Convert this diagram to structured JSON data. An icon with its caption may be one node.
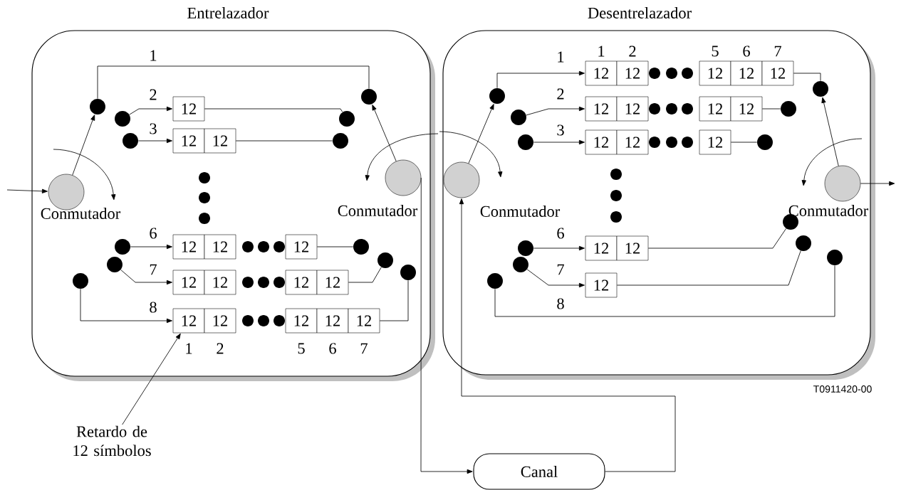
{
  "diagram": {
    "nodes": [
      {
        "text": [
          "Entrelazador"
        ]
      },
      {
        "text": [
          "Desentrelazador"
        ]
      },
      {
        "text": [],
        "shape": "circle",
        "in": 0,
        "beside": [
          "Conmutador"
        ]
      },
      {
        "text": [],
        "shape": "circle",
        "in": 0,
        "beside": [
          "Conmutador"
        ]
      },
      {
        "text": [],
        "shape": "circle",
        "in": 0
      },
      {
        "text": [],
        "shape": "circle",
        "in": 0
      },
      {
        "text": [],
        "shape": "circle",
        "in": 0
      },
      {
        "text": [],
        "shape": "circle",
        "in": 0
      },
      {
        "text": [],
        "shape": "circle",
        "in": 0
      },
      {
        "text": [],
        "shape": "circle",
        "in": 0
      },
      {
        "text": [],
        "shape": "circle",
        "in": 0
      },
      {
        "text": [],
        "shape": "circle",
        "in": 0
      },
      {
        "text": [],
        "shape": "circle",
        "in": 0
      },
      {
        "text": [],
        "shape": "circle",
        "in": 0
      },
      {
        "text": [],
        "shape": "circle",
        "in": 0
      },
      {
        "text": [],
        "shape": "circle",
        "in": 0
      },
      {
        "text": [
          "12"
        ],
        "in": 0
      },
      {
        "text": [
          "12"
        ],
        "in": 0
      },
      {
        "text": [
          "12"
        ],
        "in": 0
      },
      {
        "text": [
          "12"
        ],
        "in": 0
      },
      {
        "text": [
          "12"
        ],
        "in": 0
      },
      {
        "text": [
          "12"
        ],
        "in": 0
      },
      {
        "text": [
          "12"
        ],
        "in": 0
      },
      {
        "text": [
          "12"
        ],
        "in": 0
      },
      {
        "text": [
          "12"
        ],
        "in": 0
      },
      {
        "text": [
          "12"
        ],
        "in": 0
      },
      {
        "text": [
          "12"
        ],
        "in": 0,
        "beside": [
          "1"
        ]
      },
      {
        "text": [
          "12"
        ],
        "in": 0,
        "beside": [
          "2"
        ]
      },
      {
        "text": [
          "12"
        ],
        "in": 0,
        "beside": [
          "5"
        ]
      },
      {
        "text": [
          "12"
        ],
        "in": 0,
        "beside": [
          "6"
        ]
      },
      {
        "text": [
          "12"
        ],
        "in": 0,
        "beside": [
          "7"
        ]
      },
      {
        "text": [],
        "shape": "circle",
        "in": 1,
        "beside": [
          "Conmutador"
        ]
      },
      {
        "text": [],
        "shape": "circle",
        "in": 1,
        "beside": [
          "Conmutador"
        ]
      },
      {
        "text": [],
        "shape": "circle",
        "in": 1
      },
      {
        "text": [],
        "shape": "circle",
        "in": 1
      },
      {
        "text": [],
        "shape": "circle",
        "in": 1
      },
      {
        "text": [],
        "shape": "circle",
        "in": 1
      },
      {
        "text": [],
        "shape": "circle",
        "in": 1
      },
      {
        "text": [],
        "shape": "circle",
        "in": 1
      },
      {
        "text": [],
        "shape": "circle",
        "in": 1
      },
      {
        "text": [],
        "shape": "circle",
        "in": 1
      },
      {
        "text": [],
        "shape": "circle",
        "in": 1
      },
      {
        "text": [],
        "shape": "circle",
        "in": 1
      },
      {
        "text": [],
        "shape": "circle",
        "in": 1
      },
      {
        "text": [],
        "shape": "circle",
        "in": 1
      },
      {
        "text": [
          "12"
        ],
        "in": 1,
        "beside": [
          "1"
        ]
      },
      {
        "text": [
          "12"
        ],
        "in": 1,
        "beside": [
          "2"
        ]
      },
      {
        "text": [
          "12"
        ],
        "in": 1,
        "beside": [
          "5"
        ]
      },
      {
        "text": [
          "12"
        ],
        "in": 1,
        "beside": [
          "6"
        ]
      },
      {
        "text": [
          "12"
        ],
        "in": 1,
        "beside": [
          "7"
        ]
      },
      {
        "text": [
          "12"
        ],
        "in": 1
      },
      {
        "text": [
          "12"
        ],
        "in": 1
      },
      {
        "text": [
          "12"
        ],
        "in": 1
      },
      {
        "text": [
          "12"
        ],
        "in": 1
      },
      {
        "text": [
          "12"
        ],
        "in": 1
      },
      {
        "text": [
          "12"
        ],
        "in": 1
      },
      {
        "text": [
          "12"
        ],
        "in": 1
      },
      {
        "text": [
          "12"
        ],
        "in": 1
      },
      {
        "text": [
          "12"
        ],
        "in": 1
      },
      {
        "text": [
          "12"
        ],
        "in": 1
      },
      {
        "text": [
          "Canal"
        ]
      },
      {
        "text": [
          "Retardo de 12 símbolos"
        ]
      }
    ],
    "edges": [
      {
        "from": null,
        "to": 2,
        "arrow": "to"
      },
      {
        "from": 2,
        "to": 4,
        "arrow": "to"
      },
      {
        "from": 4,
        "to": 10,
        "arrow": "none",
        "label": "1"
      },
      {
        "from": 5,
        "to": 16,
        "arrow": "to",
        "label": "2"
      },
      {
        "from": 16,
        "to": 11,
        "arrow": "none"
      },
      {
        "from": 6,
        "to": 17,
        "arrow": "to",
        "label": "3"
      },
      {
        "from": 18,
        "to": 12,
        "arrow": "none"
      },
      {
        "from": 7,
        "to": 19,
        "arrow": "to",
        "label": "6"
      },
      {
        "from": 21,
        "to": 13,
        "arrow": "none"
      },
      {
        "from": 8,
        "to": 22,
        "arrow": "to",
        "label": "7"
      },
      {
        "from": 25,
        "to": 14,
        "arrow": "none"
      },
      {
        "from": 9,
        "to": 26,
        "arrow": "to",
        "label": "8"
      },
      {
        "from": 30,
        "to": 15,
        "arrow": "none"
      },
      {
        "from": 3,
        "to": 10,
        "arrow": "to"
      },
      {
        "from": 3,
        "to": 60,
        "arrow": "to"
      },
      {
        "from": 60,
        "to": 31,
        "arrow": "to"
      },
      {
        "from": 31,
        "to": 33,
        "arrow": "to"
      },
      {
        "from": 33,
        "to": 45,
        "arrow": "to",
        "label": "1"
      },
      {
        "from": 49,
        "to": 39,
        "arrow": "none"
      },
      {
        "from": 34,
        "to": 50,
        "arrow": "to",
        "label": "2"
      },
      {
        "from": 53,
        "to": 40,
        "arrow": "none"
      },
      {
        "from": 35,
        "to": 54,
        "arrow": "to",
        "label": "3"
      },
      {
        "from": 56,
        "to": 41,
        "arrow": "none"
      },
      {
        "from": 36,
        "to": 57,
        "arrow": "to",
        "label": "6"
      },
      {
        "from": 58,
        "to": 42,
        "arrow": "none"
      },
      {
        "from": 37,
        "to": 59,
        "arrow": "to",
        "label": "7"
      },
      {
        "from": 59,
        "to": 43,
        "arrow": "none"
      },
      {
        "from": 38,
        "to": 44,
        "arrow": "none",
        "label": "8"
      },
      {
        "from": 32,
        "to": 39,
        "arrow": "to"
      },
      {
        "from": 32,
        "to": null,
        "arrow": "to"
      },
      {
        "from": 61,
        "to": 26,
        "arrow": "to"
      }
    ],
    "labels": [
      "T0911420-00"
    ]
  }
}
